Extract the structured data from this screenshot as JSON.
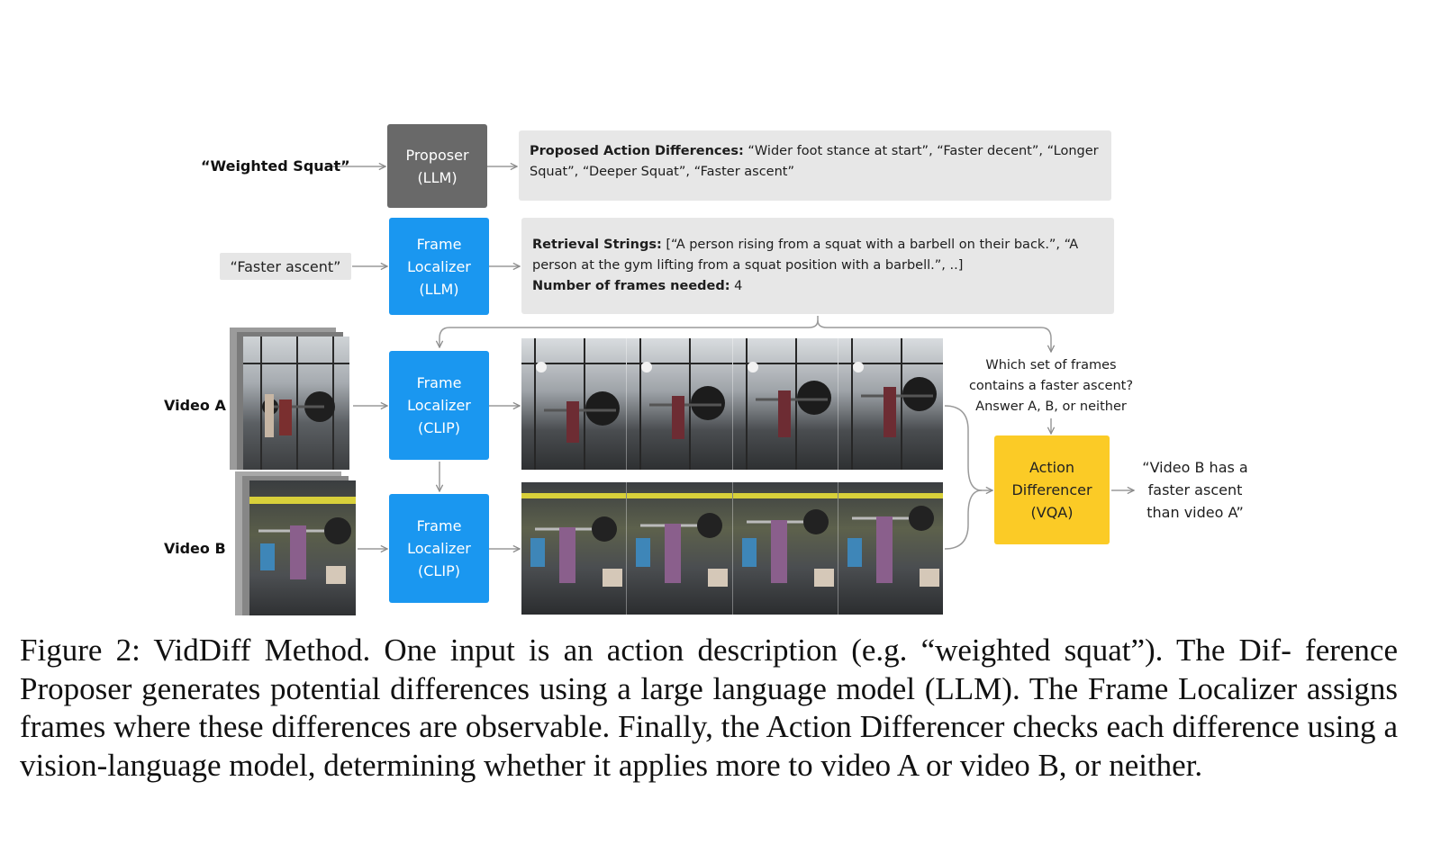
{
  "inputs": {
    "action": "“Weighted Squat”",
    "difference": "“Faster ascent”",
    "video_a": "Video A",
    "video_b": "Video B"
  },
  "boxes": {
    "proposer": [
      "Proposer",
      "(LLM)"
    ],
    "frame_localizer_llm": [
      "Frame",
      "Localizer",
      "(LLM)"
    ],
    "frame_localizer_clip_a": [
      "Frame",
      "Localizer",
      "(CLIP)"
    ],
    "frame_localizer_clip_b": [
      "Frame",
      "Localizer",
      "(CLIP)"
    ],
    "action_differencer": [
      "Action",
      "Differencer",
      "(VQA)"
    ]
  },
  "proposed": {
    "heading": "Proposed Action Differences:",
    "text": " “Wider foot stance at start”, “Faster decent”, “Longer Squat”, “Deeper Squat”, “Faster ascent”"
  },
  "retrieval": {
    "heading": "Retrieval Strings:",
    "text": " [“A person rising from a squat with a barbell on their back.”, “A person at the gym lifting from a squat position with a barbell.”, ..]",
    "frames_heading": "Number of frames needed:",
    "frames_value": " 4"
  },
  "question": [
    "Which set of frames",
    "contains a faster ascent?",
    "Answer A, B, or neither"
  ],
  "answer": [
    "“Video B has a",
    "faster ascent",
    "than video A”"
  ],
  "caption": "Figure 2: VidDiff Method. One input is an action description (e.g. “weighted squat”). The Dif- ference Proposer generates potential differences using a large language model (LLM). The Frame Localizer assigns frames where these differences are observable. Finally, the Action Differencer checks each difference using a vision-language model, determining whether it applies more to video A or video B, or neither.",
  "colors": {
    "proposer": "#696969",
    "localizer": "#1a97f0",
    "differencer": "#fbcb26",
    "info_background": "#e7e7e7"
  }
}
